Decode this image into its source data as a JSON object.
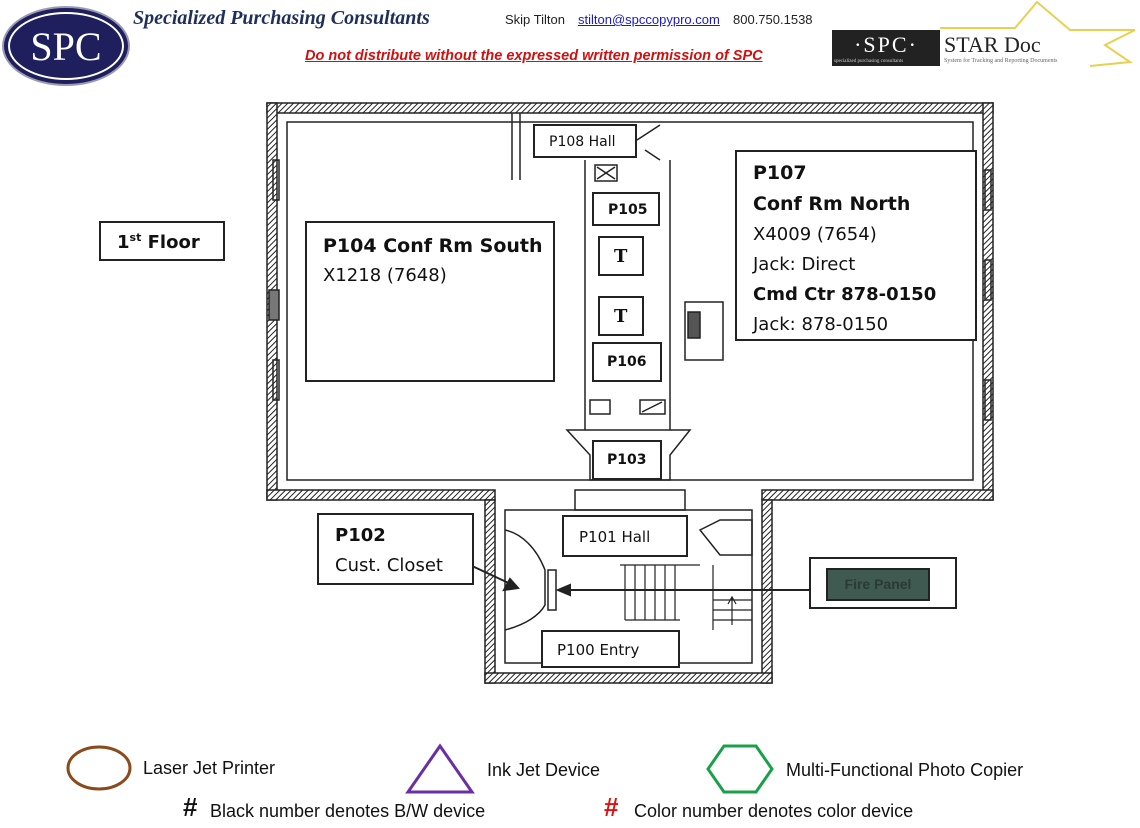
{
  "header": {
    "logo_text": "SPC",
    "company": "Specialized Purchasing Consultants",
    "contact_name": "Skip Tilton",
    "email": "stilton@spccopypro.com",
    "phone": "800.750.1538",
    "warning": "Do not distribute without the expressed written permission of SPC",
    "star_logo_left": "·SPC·",
    "star_logo_tag": "specialized purchasing consultants",
    "star_logo_right": "STAR Doc",
    "star_logo_sub": "System for Tracking and Reporting Documents"
  },
  "plan": {
    "floor_label": "1",
    "floor_sup": "st",
    "floor_word": "Floor",
    "rooms": {
      "p108": "P108 Hall",
      "p105": "P105",
      "p106": "P106",
      "p103": "P103",
      "p101": "P101 Hall",
      "p100": "P100  Entry",
      "t1": "T",
      "t2": "T",
      "p104_title": "P104 Conf Rm South",
      "p104_ext": "X1218 (7648)",
      "p107_id": "P107",
      "p107_name": "Conf Rm North",
      "p107_ext": "X4009 (7654)",
      "p107_jack1": "Jack: Direct",
      "p107_cmd": "Cmd Ctr 878-0150",
      "p107_jack2": "Jack:  878-0150",
      "p102_id": "P102",
      "p102_name": "Cust. Closet",
      "fire_panel": "Fire Panel"
    }
  },
  "legend": {
    "laser": "Laser Jet Printer",
    "inkjet": "Ink Jet Device",
    "mfp": "Multi-Functional Photo Copier",
    "bw_symbol": "#",
    "bw_text": "Black number denotes B/W device",
    "color_symbol": "#",
    "color_text": "Color number denotes color device",
    "colors": {
      "laser": "#8b4a1c",
      "inkjet": "#6a2fa0",
      "mfp": "#1aa04a",
      "color_number": "#e01010"
    }
  }
}
